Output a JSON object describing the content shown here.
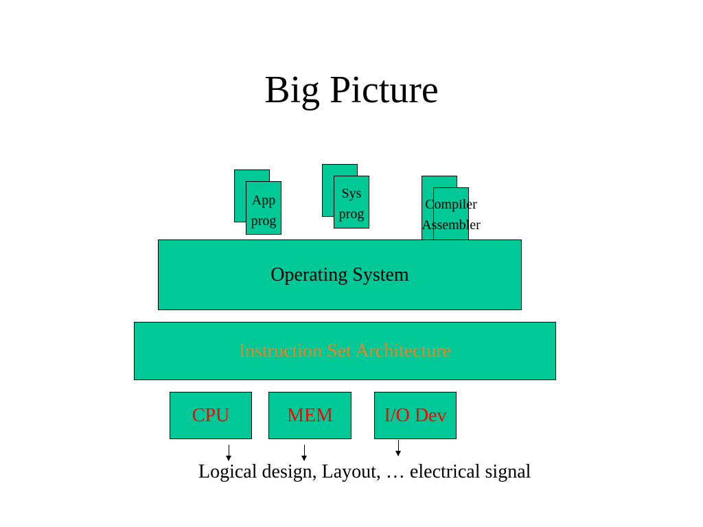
{
  "title": "Big Picture",
  "colors": {
    "box_fill": "#00c896",
    "isa_text": "#f08020",
    "hardware_text": "#ff0000"
  },
  "software": {
    "app_prog": "App\nprog",
    "sys_prog": "Sys\nprog",
    "compiler_assembler": "Compiler\nAssembler"
  },
  "layers": {
    "operating_system": "Operating System",
    "isa": "Instruction Set Architecture"
  },
  "hardware": {
    "cpu": "CPU",
    "mem": "MEM",
    "io_dev": "I/O Dev"
  },
  "footer": "Logical design, Layout, … electrical signal"
}
